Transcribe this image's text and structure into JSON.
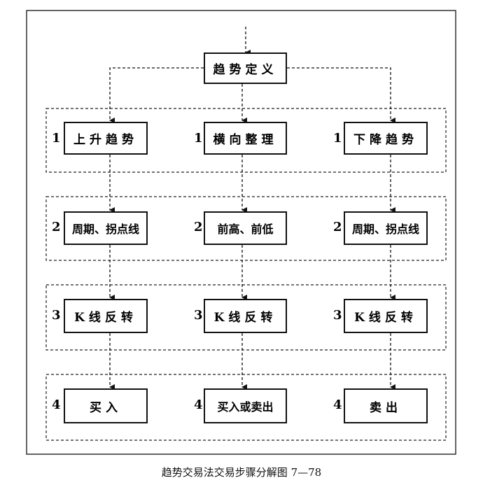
{
  "title": "趋势定义",
  "rows": [
    {
      "num": "1",
      "items": [
        "上升趋势",
        "横向整理",
        "下降趋势"
      ]
    },
    {
      "num": "2",
      "items": [
        "周期、拐点线",
        "前高、前低",
        "周期、拐点线"
      ]
    },
    {
      "num": "3",
      "items": [
        "K线反转",
        "K线反转",
        "K线反转"
      ]
    },
    {
      "num": "4",
      "items": [
        "买入",
        "买入或卖出",
        "卖出"
      ]
    }
  ],
  "caption": "趋势交易法交易步骤分解图 7—78"
}
